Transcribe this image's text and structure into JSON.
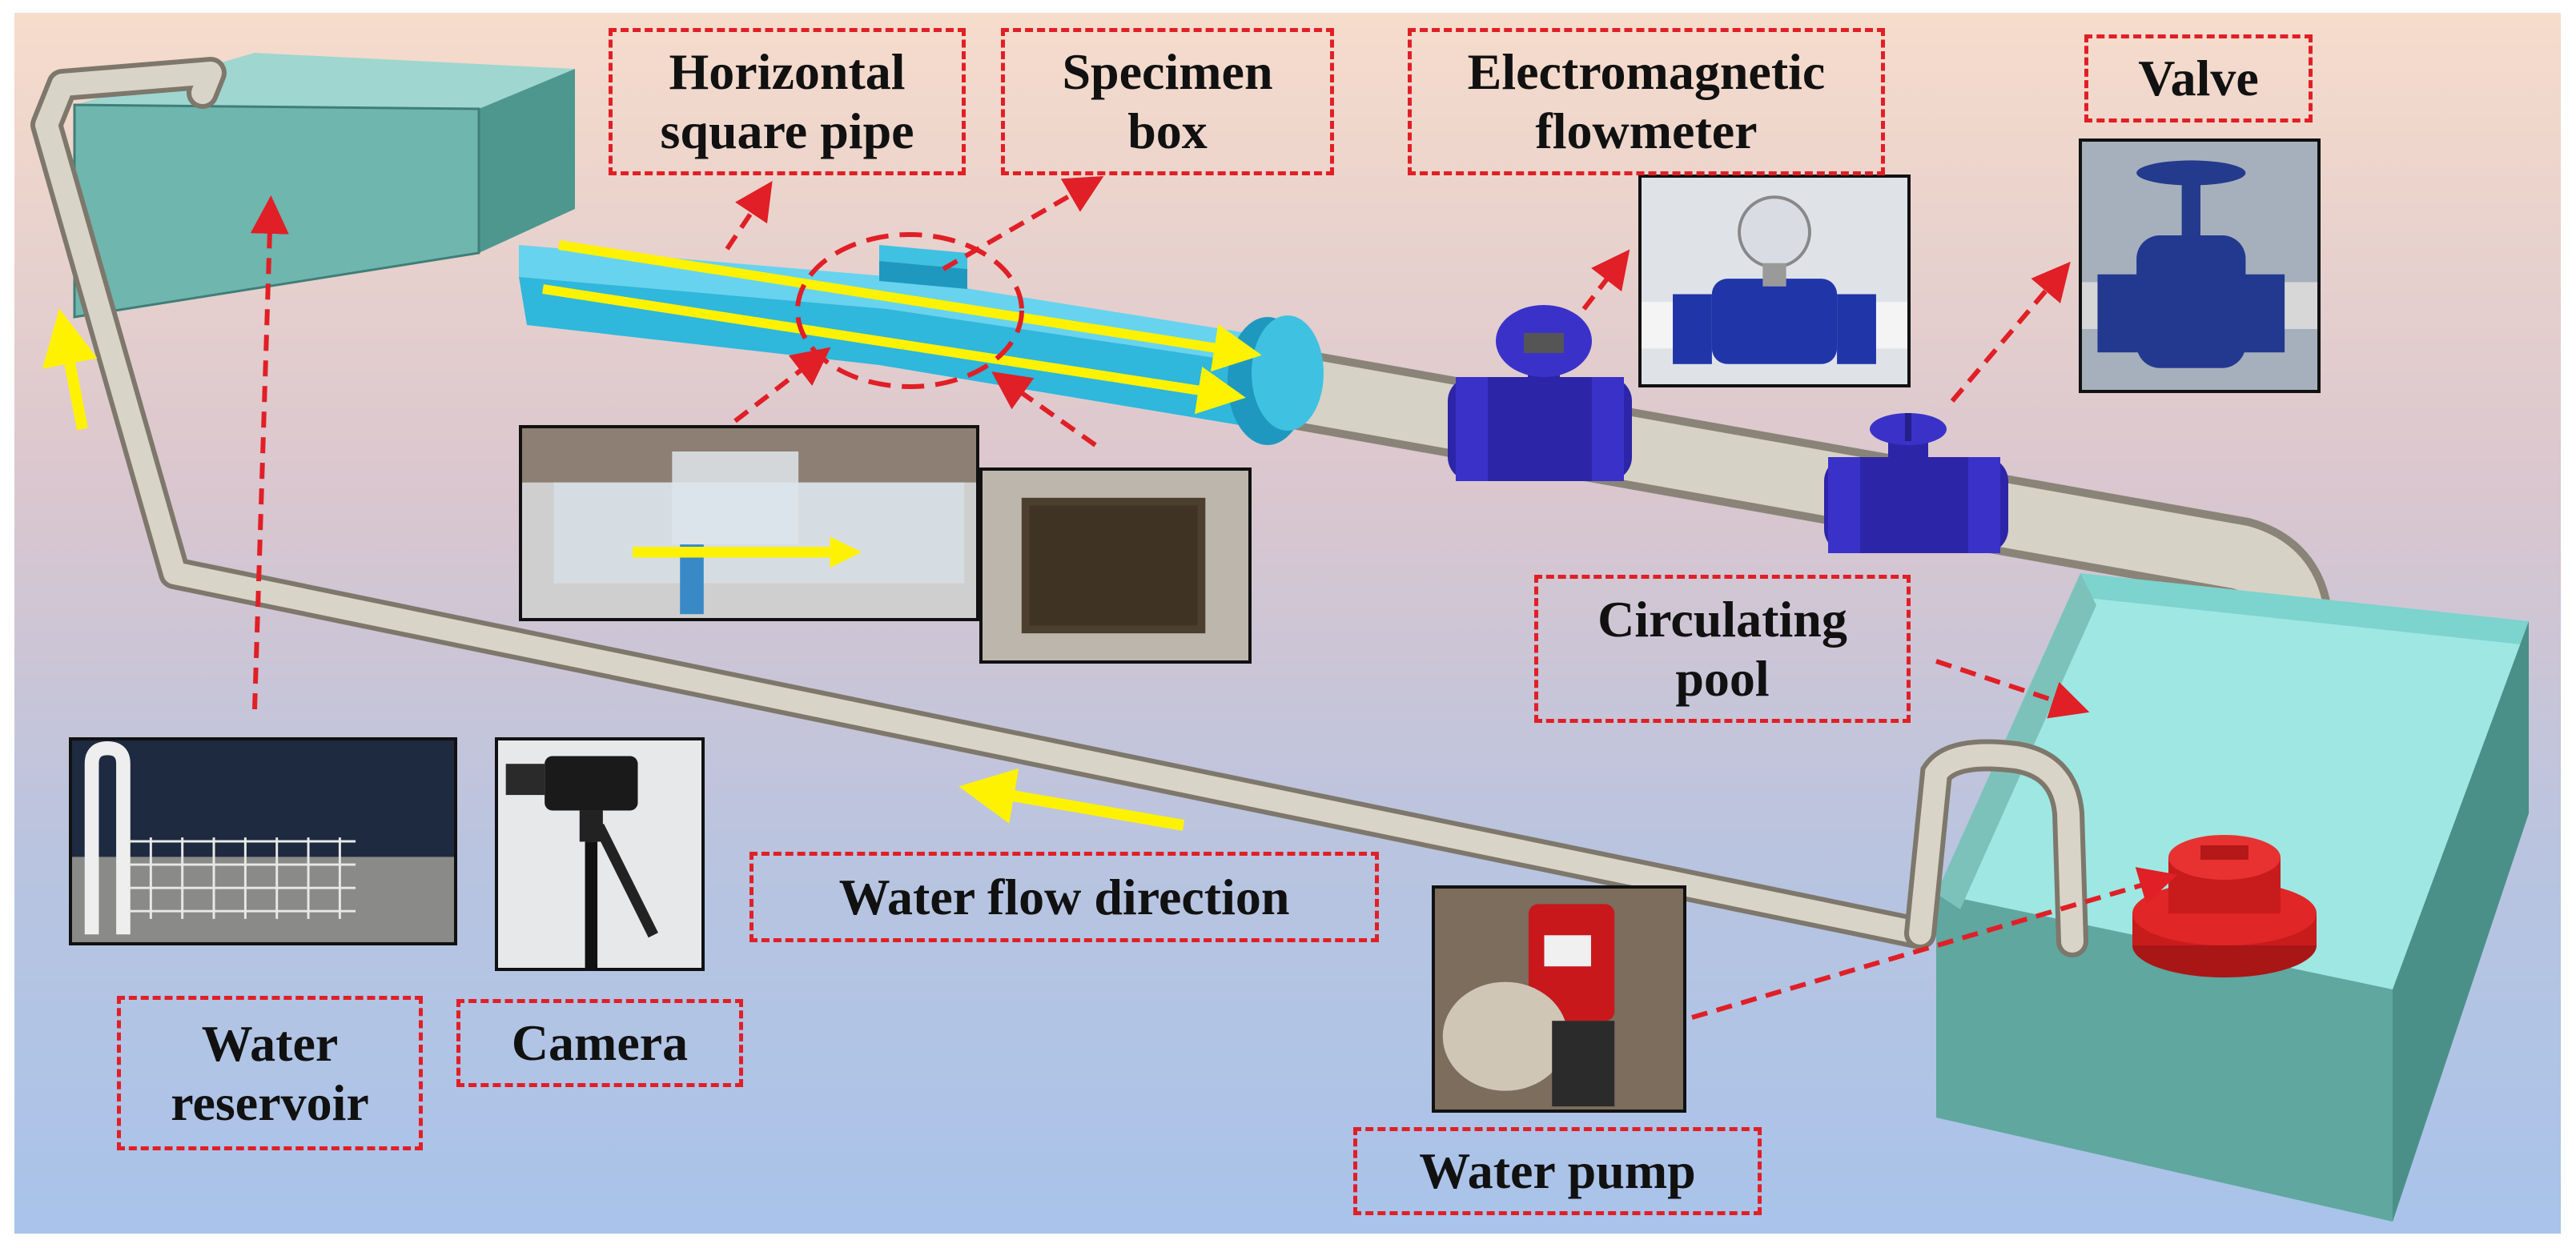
{
  "labels": {
    "horizontal_square_pipe": [
      "Horizontal",
      "square pipe"
    ],
    "specimen_box": [
      "Specimen",
      "box"
    ],
    "electromagnetic_flowmeter": [
      "Electromagnetic",
      "flowmeter"
    ],
    "valve": "Valve",
    "circulating_pool": [
      "Circulating",
      "pool"
    ],
    "water_flow_direction": "Water flow direction",
    "water_reservoir": [
      "Water",
      "reservoir"
    ],
    "camera": "Camera",
    "water_pump": "Water pump"
  },
  "colors": {
    "label_border": "#e01f26",
    "annotation_arrow": "#e01f26",
    "flow_arrow": "#fff200",
    "pipe": "#c9c3b6",
    "square_pipe": "#2fb7dc",
    "tank": "#6fb6ae",
    "pool_water": "#9fe7e3",
    "fitting": "#3a32b8",
    "pump": "#d41f1f"
  }
}
